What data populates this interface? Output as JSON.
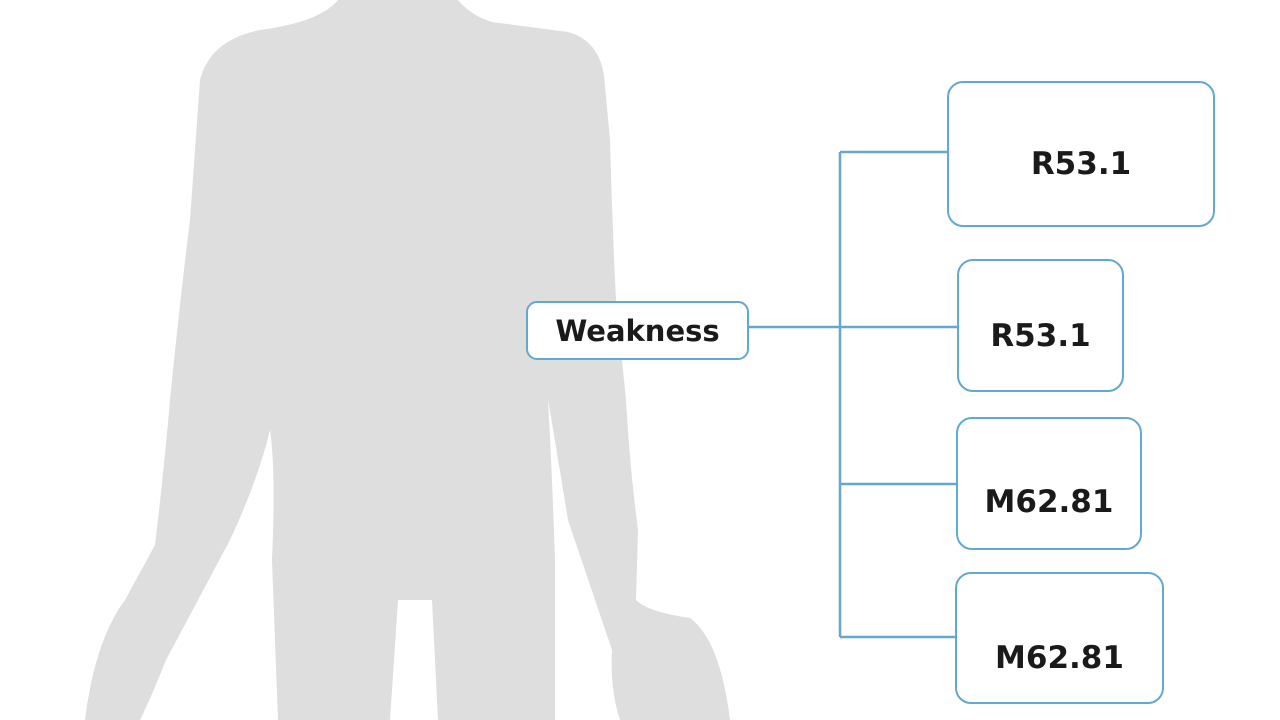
{
  "diagram": {
    "source": {
      "label": "Weakness"
    },
    "codes": [
      {
        "label": "R53.1"
      },
      {
        "label": "R53.1"
      },
      {
        "label": "M62.81"
      },
      {
        "label": "M62.81"
      }
    ]
  },
  "colors": {
    "silhouette": "#dedede",
    "connector": "#63a8cf",
    "box_border": "#63a8cf",
    "text": "#1a1a1a",
    "background": "#ffffff"
  }
}
